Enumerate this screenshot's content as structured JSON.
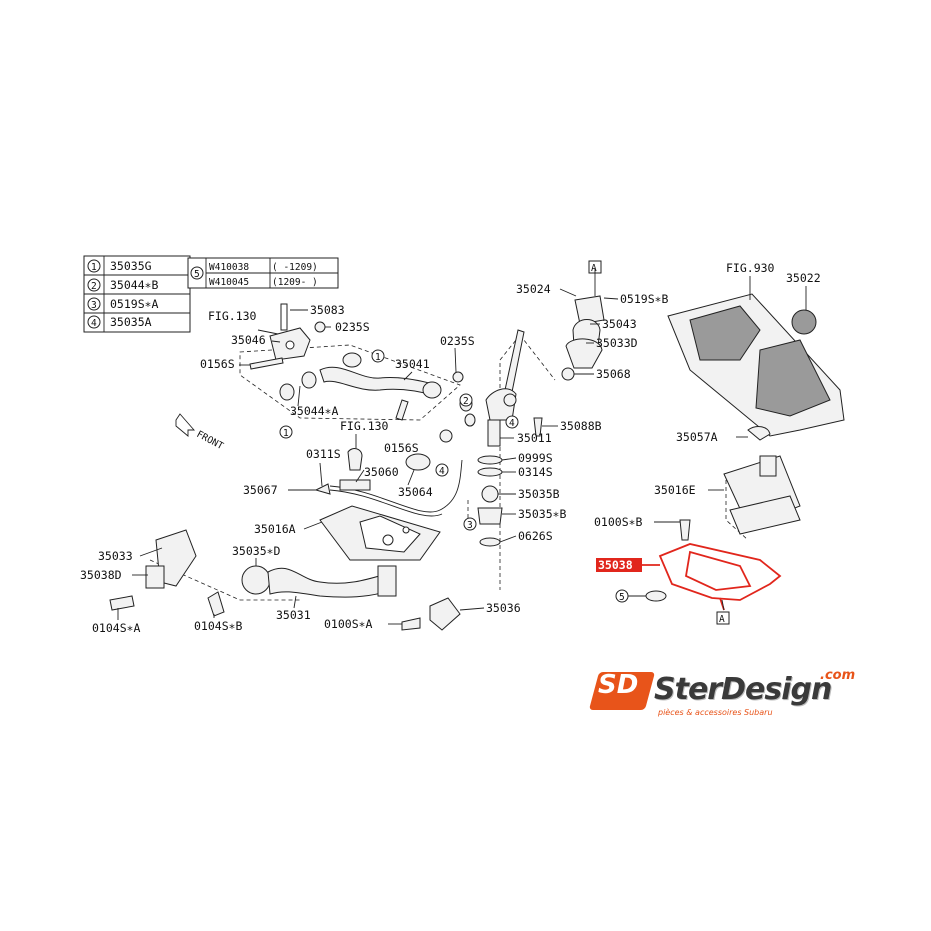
{
  "legend": {
    "rows": [
      {
        "num": "1",
        "code": "35035G"
      },
      {
        "num": "2",
        "code": "35044∗B"
      },
      {
        "num": "3",
        "code": "0519S∗A"
      },
      {
        "num": "4",
        "code": "35035A"
      }
    ],
    "row5": {
      "num": "5",
      "codes": [
        "W410038",
        "W410045"
      ],
      "ranges": [
        "( -1209)",
        "(1209- )"
      ]
    }
  },
  "labels": {
    "p35083": "35083",
    "fig130a": "FIG.130",
    "p0235S_a": "0235S",
    "p35046": "35046",
    "p0156S_a": "0156S",
    "p35041": "35041",
    "p0235S_b": "0235S",
    "p35044A": "35044∗A",
    "fig130b": "FIG.130",
    "p0156S_b": "0156S",
    "p0311S": "0311S",
    "p35060": "35060",
    "p35067": "35067",
    "p35064": "35064",
    "p35016A": "35016A",
    "p35033": "35033",
    "p35038D": "35038D",
    "p35035D": "35035∗D",
    "p35031": "35031",
    "p0104SA": "0104S∗A",
    "p0104SB": "0104S∗B",
    "p0100SA": "0100S∗A",
    "p35036": "35036",
    "p35024": "35024",
    "p0519SB": "0519S∗B",
    "p35043": "35043",
    "p35033D": "35033D",
    "p35068": "35068",
    "p35088B": "35088B",
    "p35011": "35011",
    "p0999S": "0999S",
    "p0314S": "0314S",
    "p35035B": "35035B",
    "p35035B2": "35035∗B",
    "p0626S": "0626S",
    "fig930": "FIG.930",
    "p35022": "35022",
    "p35057A": "35057A",
    "p35016E": "35016E",
    "p0100SB": "0100S∗B",
    "p35038": "35038",
    "front": "FRONT",
    "markA1": "A",
    "markA2": "A",
    "c1a": "1",
    "c1b": "1",
    "c2": "2",
    "c3": "3",
    "c4a": "4",
    "c4b": "4",
    "c5": "5"
  },
  "highlight": {
    "part": "35038",
    "color": "#e1261c"
  },
  "brand": {
    "name": "SterDesign",
    "tld": ".com",
    "tagline": "pièces & accessoires Subaru",
    "logo": "SD",
    "accent": "#e8541a"
  }
}
